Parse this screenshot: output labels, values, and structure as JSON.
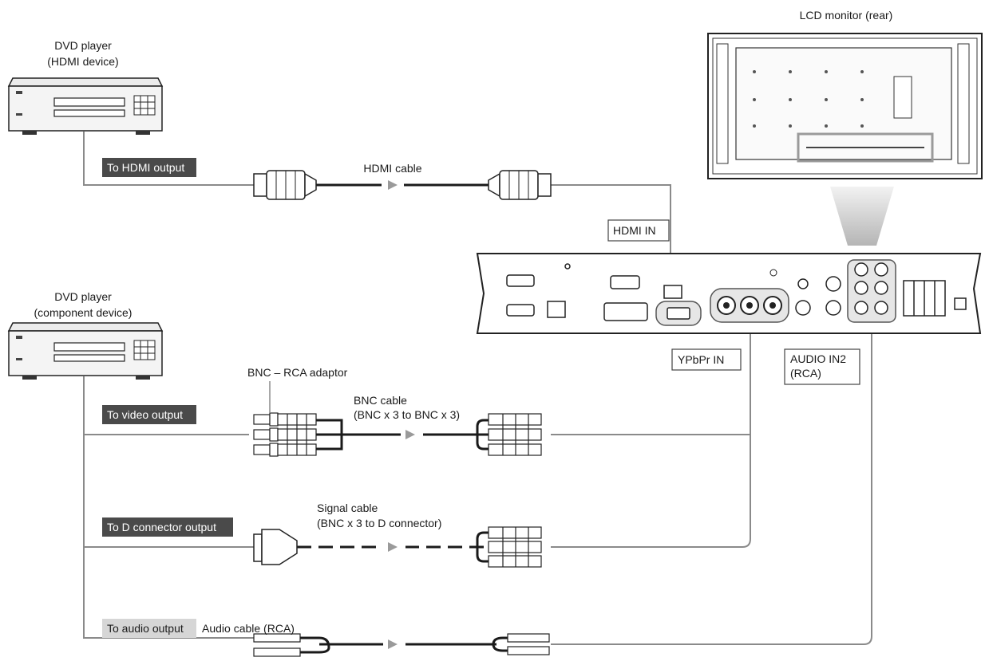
{
  "devices": {
    "hdmi_player": {
      "line1": "DVD player",
      "line2": "(HDMI device)"
    },
    "component_player": {
      "line1": "DVD player",
      "line2": "(component device)"
    },
    "monitor": {
      "label": "LCD monitor (rear)"
    }
  },
  "outputs": {
    "hdmi": "To HDMI output",
    "video": "To video output",
    "d_connector": "To D connector output",
    "audio": "To audio output"
  },
  "cables": {
    "hdmi": "HDMI cable",
    "adaptor": "BNC – RCA adaptor",
    "bnc_line1": "BNC cable",
    "bnc_line2": "(BNC x 3 to BNC x 3)",
    "signal_line1": "Signal cable",
    "signal_line2": "(BNC x 3 to D connector)",
    "audio": "Audio cable (RCA)"
  },
  "inputs": {
    "hdmi": "HDMI IN",
    "ypbpr": "YPbPr IN",
    "audio_line1": "AUDIO IN2",
    "audio_line2": "(RCA)"
  },
  "colors": {
    "line": "#8a8a8a",
    "cable": "#1a1a1a",
    "tag_dark": "#4a4a4a",
    "tag_light": "#d6d6d6"
  }
}
